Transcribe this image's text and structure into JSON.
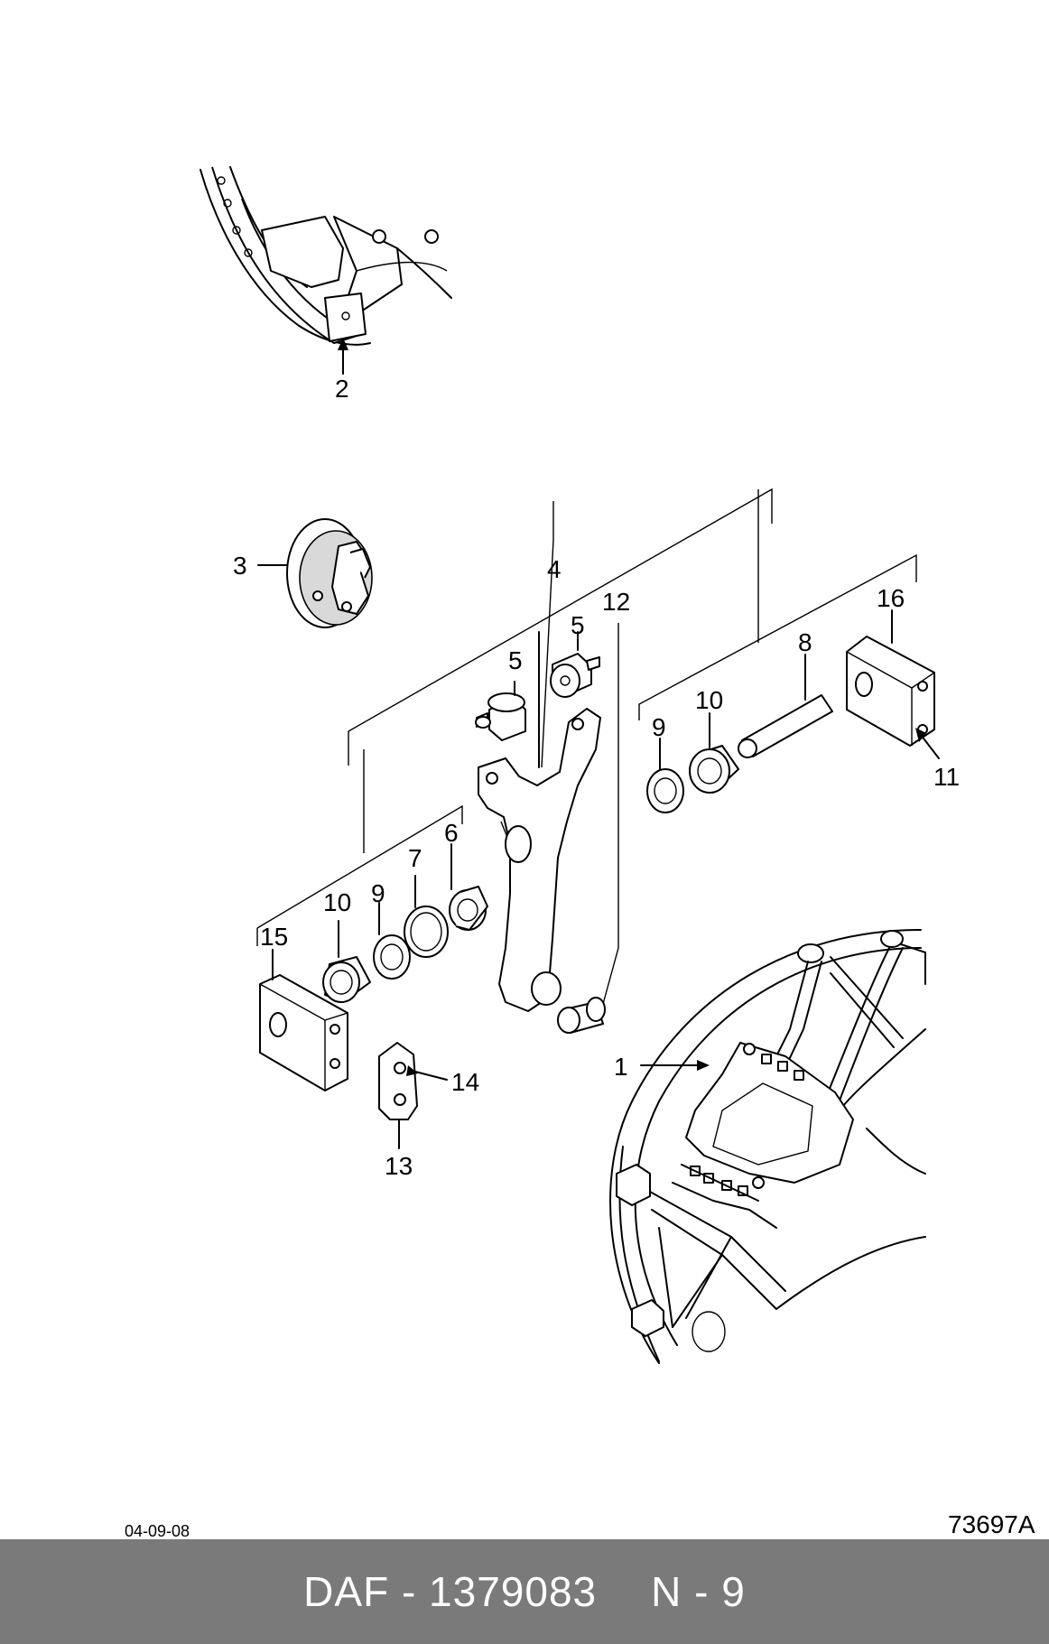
{
  "labels": {
    "p1": "1",
    "p2": "2",
    "p3": "3",
    "p4": "4",
    "p5a": "5",
    "p5b": "5",
    "p6": "6",
    "p7": "7",
    "p8": "8",
    "p9a": "9",
    "p9b": "9",
    "p10a": "10",
    "p10b": "10",
    "p11": "11",
    "p12": "12",
    "p13": "13",
    "p14": "14",
    "p15": "15",
    "p16": "16"
  },
  "date": "04-09-08",
  "drawing_ref": "73697A",
  "footer": {
    "brand_part": "DAF - 1379083",
    "section": "N - 9"
  }
}
